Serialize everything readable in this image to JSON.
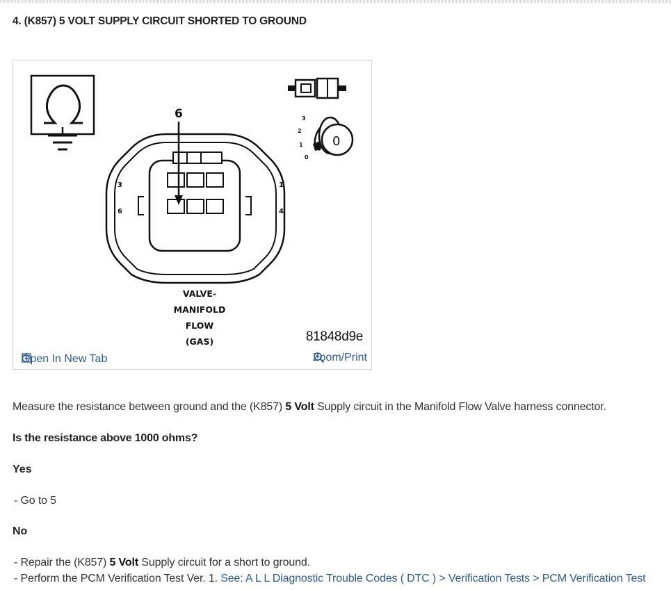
{
  "step": {
    "title": "4. (K857) 5 VOLT SUPPLY CIRCUIT SHORTED TO GROUND"
  },
  "figure": {
    "pin_top": "6",
    "pin_left_upper": "3",
    "pin_left_lower": "6",
    "pin_right_upper": "1",
    "pin_right_lower": "4",
    "key_positions": [
      "3",
      "2",
      "1",
      "0"
    ],
    "key_label": "0",
    "component_label": [
      "VALVE-",
      "MANIFOLD",
      "FLOW",
      "(GAS)"
    ],
    "figure_id": "81848d9e",
    "open_tab_label": "Open In New Tab",
    "zoom_label": "Zoom/Print"
  },
  "instruction": {
    "before": "Measure the resistance between ground and the (K857) ",
    "bold": "5 Volt",
    "after": " Supply circuit in the Manifold Flow Valve harness connector."
  },
  "question": "Is the resistance above 1000 ohms?",
  "yes": {
    "label": "Yes",
    "action": "- Go to 5"
  },
  "no": {
    "label": "No",
    "line1": {
      "before": "- Repair the (K857) ",
      "bold": "5 Volt",
      "after": " Supply circuit for a short to ground."
    },
    "line2": {
      "before": "- Perform the PCM Verification Test Ver. 1. ",
      "link1": "See: A L L Diagnostic Trouble Codes ( DTC )",
      "sep1": " > ",
      "link2": "Verification Tests",
      "sep2": " > ",
      "link3": "PCM Verification Test"
    }
  }
}
